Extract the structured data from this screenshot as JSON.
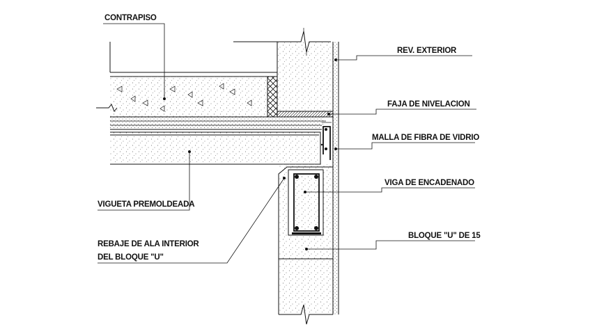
{
  "labels": {
    "contrapiso": "CONTRAPISO",
    "rev_exterior": "REV. EXTERIOR",
    "faja_nivelacion": "FAJA DE NIVELACION",
    "malla_fibra": "MALLA DE FIBRA DE VIDRIO",
    "vigueta": "VIGUETA PREMOLDEADA",
    "viga_encadenado": "VIGA DE ENCADENADO",
    "rebaje_line1": "REBAJE DE ALA INTERIOR",
    "rebaje_line2": "DEL BLOQUE \"U\"",
    "bloque_u": "BLOQUE \"U\" DE 15"
  },
  "colors": {
    "ink": "#111111",
    "background": "#ffffff"
  }
}
